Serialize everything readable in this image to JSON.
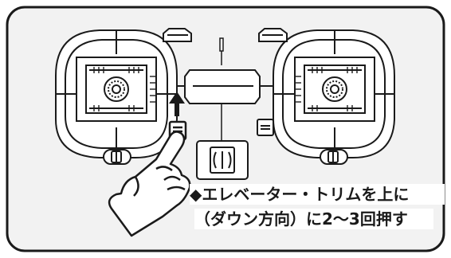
{
  "figure": {
    "instruction_line1": "◆エレベーター・トリムを上に",
    "instruction_line2": "（ダウン方向）に2〜3回押す"
  },
  "colors": {
    "background": "#ffffff",
    "panel": "#f2f2f2",
    "outline": "#1a1a1a",
    "arrow": "#1a1a1a"
  },
  "icons": [
    "transmitter-panel",
    "left-stick-gimbal",
    "right-stick-gimbal",
    "up-arrow-icon",
    "trim-switch-icon",
    "pointing-hand-icon"
  ]
}
